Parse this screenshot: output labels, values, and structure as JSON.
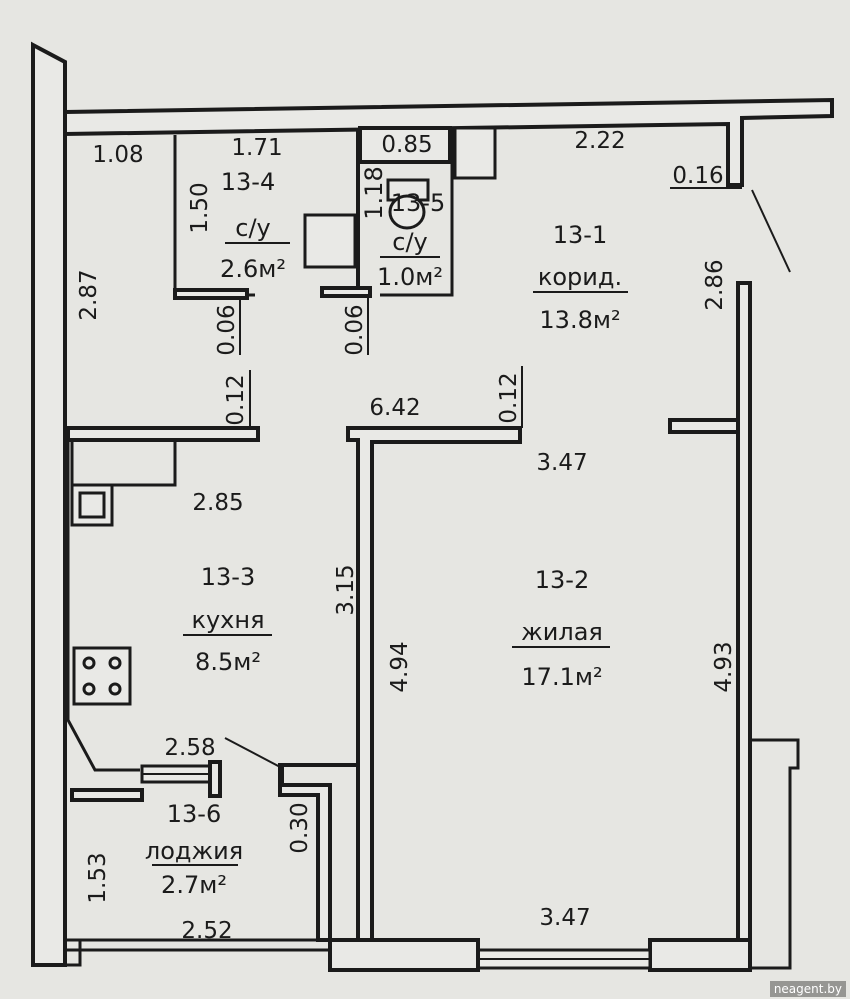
{
  "rooms": [
    {
      "id": "13-1",
      "name": "корид.",
      "area": "13.8м²"
    },
    {
      "id": "13-2",
      "name": "жилая",
      "area": "17.1м²"
    },
    {
      "id": "13-3",
      "name": "кухня",
      "area": "8.5м²"
    },
    {
      "id": "13-4",
      "name": "с/у",
      "area": "2.6м²"
    },
    {
      "id": "13-5",
      "name": "с/у",
      "area": "1.0м²"
    },
    {
      "id": "13-6",
      "name": "лоджия",
      "area": "2.7м²"
    }
  ],
  "dimensions": {
    "d108": "1.08",
    "d171": "1.71",
    "d150": "1.50",
    "d085": "0.85",
    "d118": "1.18",
    "d222": "2.22",
    "d016": "0.16",
    "d287": "2.87",
    "d286": "2.86",
    "d006a": "0.06",
    "d006b": "0.06",
    "d012a": "0.12",
    "d012b": "0.12",
    "d642": "6.42",
    "d347a": "3.47",
    "d285": "2.85",
    "d315": "3.15",
    "d494": "4.94",
    "d493": "4.93",
    "d258": "2.58",
    "d030": "0.30",
    "d153": "1.53",
    "d252": "2.52",
    "d347b": "3.47"
  },
  "watermark": "neagent.by"
}
